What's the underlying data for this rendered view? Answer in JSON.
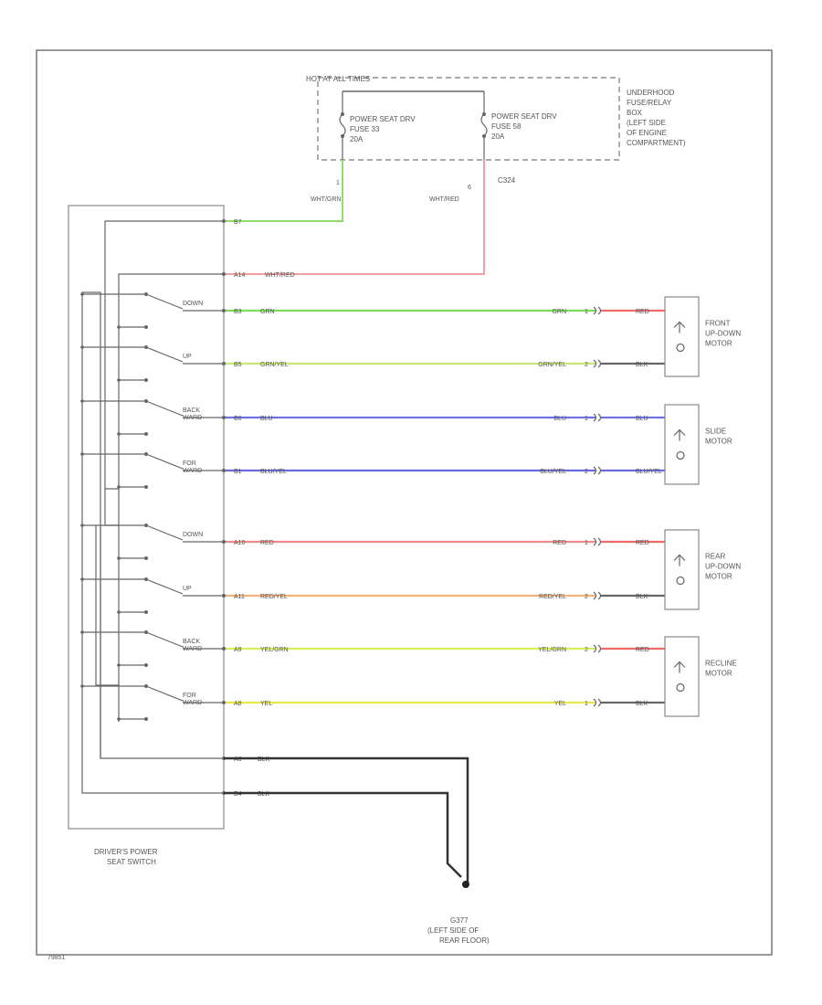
{
  "fuse_box": {
    "header": "HOT AT ALL TIMES",
    "fuse1": [
      "POWER SEAT DRV",
      "FUSE 33",
      "20A"
    ],
    "fuse2": [
      "POWER SEAT DRV",
      "FUSE 58",
      "20A"
    ],
    "location": [
      "UNDERHOOD",
      "FUSE/RELAY",
      "BOX",
      "(LEFT SIDE",
      "OF ENGINE",
      "COMPARTMENT)"
    ],
    "out1_pin": "1",
    "out1_wire": "WHT/GRN",
    "out2_pin": "6",
    "out2_wire": "WHT/RED",
    "connector": "C324"
  },
  "switch": {
    "name": [
      "DRIVER'S POWER",
      "SEAT SWITCH"
    ],
    "pin_power1": "B7",
    "pin_power2": "A14",
    "wire_power2": "WHT/RED",
    "groups": [
      {
        "up": "DOWN",
        "dn": "UP"
      },
      {
        "up": "BACK",
        "dn": "WARD",
        "up2": "BACK",
        "dn2": "WARD"
      }
    ],
    "contacts": [
      {
        "label1": "DOWN",
        "label2": ""
      },
      {
        "label1": "UP",
        "label2": ""
      },
      {
        "label1": "BACK",
        "label2": "WARD"
      },
      {
        "label1": "FOR",
        "label2": "WARD"
      },
      {
        "label1": "DOWN",
        "label2": ""
      },
      {
        "label1": "UP",
        "label2": ""
      },
      {
        "label1": "BACK",
        "label2": "WARD"
      },
      {
        "label1": "FOR",
        "label2": "WARD"
      }
    ]
  },
  "circuits": [
    {
      "pin": "B3",
      "wire": "GRN",
      "wire_r": "GRN",
      "mpin": "1",
      "mwire": "RED",
      "color": "#7ddc5a",
      "mcolor": "#f06a6a"
    },
    {
      "pin": "B5",
      "wire": "GRN/YEL",
      "wire_r": "GRN/YEL",
      "mpin": "2",
      "mwire": "BLK",
      "color": "#c9e87a",
      "mcolor": "#666666"
    },
    {
      "pin": "B6",
      "wire": "BLU",
      "wire_r": "BLU",
      "mpin": "1",
      "mwire": "BLU",
      "color": "#7070e6",
      "mcolor": "#7070e6"
    },
    {
      "pin": "B1",
      "wire": "BLU/YEL",
      "wire_r": "BLU/YEL",
      "mpin": "2",
      "mwire": "BLU/YEL",
      "color": "#6a6ad8",
      "mcolor": "#6a6ad8"
    },
    {
      "pin": "A10",
      "wire": "RED",
      "wire_r": "RED",
      "mpin": "1",
      "mwire": "RED",
      "color": "#f28a8a",
      "mcolor": "#f06a6a"
    },
    {
      "pin": "A11",
      "wire": "RED/YEL",
      "wire_r": "RED/YEL",
      "mpin": "2",
      "mwire": "BLK",
      "color": "#f2b27a",
      "mcolor": "#666666"
    },
    {
      "pin": "A9",
      "wire": "YEL/GRN",
      "wire_r": "YEL/GRN",
      "mpin": "2",
      "mwire": "RED",
      "color": "#d9ee5a",
      "mcolor": "#f06a6a"
    },
    {
      "pin": "A8",
      "wire": "YEL",
      "wire_r": "YEL",
      "mpin": "1",
      "mwire": "BLK",
      "color": "#e8e84a",
      "mcolor": "#666666"
    }
  ],
  "motors": [
    {
      "name": [
        "FRONT",
        "UP-DOWN",
        "MOTOR"
      ]
    },
    {
      "name": [
        "SLIDE",
        "MOTOR"
      ]
    },
    {
      "name": [
        "REAR",
        "UP-DOWN",
        "MOTOR"
      ]
    },
    {
      "name": [
        "RECLINE",
        "MOTOR"
      ]
    }
  ],
  "ground": {
    "pin1": "A6",
    "wire1": "BLK",
    "pin2": "B4",
    "wire2": "BLK",
    "name": [
      "G377",
      "(LEFT SIDE OF",
      "REAR FLOOR)"
    ]
  },
  "diagram_id": "79851"
}
